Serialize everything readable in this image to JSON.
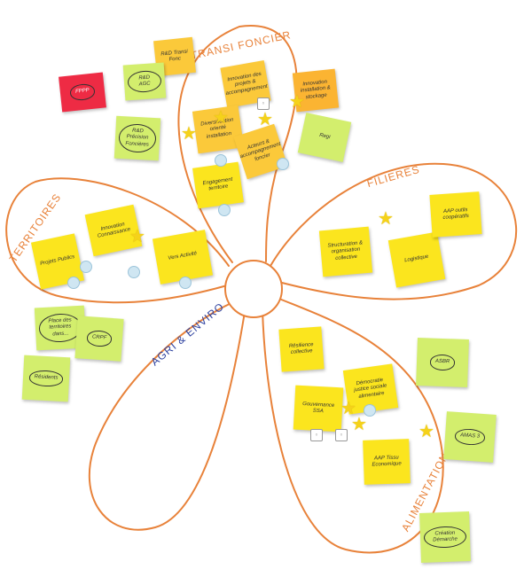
{
  "petal_labels": {
    "top": "TRANSI FONCIER",
    "right": "FILIERES",
    "left": "TERRITOIRES",
    "lower_left": "AGRI & ENVIRO",
    "lower_right": "ALIMENTATION"
  },
  "colors": {
    "orange_outline": "#e8823a",
    "yellow_note": "#fbe51e",
    "orange_note": "#fbb432",
    "green_note": "#d3ee6d",
    "red_note": "#ee2b44",
    "blue_text": "#2b3f9e"
  },
  "notes": [
    {
      "text": "R&D Transi Fonc",
      "color": "#fbc93a",
      "style": "plain"
    },
    {
      "text": "FPPP",
      "color": "#ee2b44",
      "style": "cloud"
    },
    {
      "text": "R&D AGC",
      "color": "#d3ee6d",
      "style": "cloud"
    },
    {
      "text": "R&D Précision Foncières",
      "color": "#d3ee6d",
      "style": "cloud"
    },
    {
      "text": "Innovation des projets & accompagnement",
      "color": "#fbc93a",
      "style": "plain"
    },
    {
      "text": "Innovation installation & stockage",
      "color": "#fbb432",
      "style": "plain"
    },
    {
      "text": "Diversification orienté installation",
      "color": "#fbc93a",
      "style": "plain"
    },
    {
      "text": "Regi",
      "color": "#d3ee6d",
      "style": "plain"
    },
    {
      "text": "Acteurs & accompagnement foncier",
      "color": "#fbc93a",
      "style": "plain"
    },
    {
      "text": "Engagement territoire",
      "color": "#fbe51e",
      "style": "plain"
    },
    {
      "text": "Innovation Connaissance",
      "color": "#fbe51e",
      "style": "plain"
    },
    {
      "text": "Projets Publics",
      "color": "#fbe51e",
      "style": "plain"
    },
    {
      "text": "Vers Activité",
      "color": "#fbe51e",
      "style": "plain"
    },
    {
      "text": "Structuration & organisation collective",
      "color": "#fbe51e",
      "style": "plain"
    },
    {
      "text": "Logistique",
      "color": "#fbe51e",
      "style": "plain"
    },
    {
      "text": "AAP outils coopératifs",
      "color": "#fbe51e",
      "style": "plain"
    },
    {
      "text": "Place des territoires dans...",
      "color": "#d3ee6d",
      "style": "cloud"
    },
    {
      "text": "CRPF",
      "color": "#d3ee6d",
      "style": "cloud"
    },
    {
      "text": "Résidents",
      "color": "#d3ee6d",
      "style": "cloud"
    },
    {
      "text": "Résilience collective",
      "color": "#fbe51e",
      "style": "plain"
    },
    {
      "text": "Démocratie justice sociale alimentaire",
      "color": "#fbe51e",
      "style": "plain"
    },
    {
      "text": "Gouvernance SSA",
      "color": "#fbe51e",
      "style": "plain"
    },
    {
      "text": "AAP Tissu Economique",
      "color": "#fbe51e",
      "style": "plain"
    },
    {
      "text": "ASBR",
      "color": "#d3ee6d",
      "style": "cloud"
    },
    {
      "text": "AMAS 3",
      "color": "#d3ee6d",
      "style": "cloud"
    },
    {
      "text": "Création Démarche",
      "color": "#d3ee6d",
      "style": "cloud"
    }
  ]
}
